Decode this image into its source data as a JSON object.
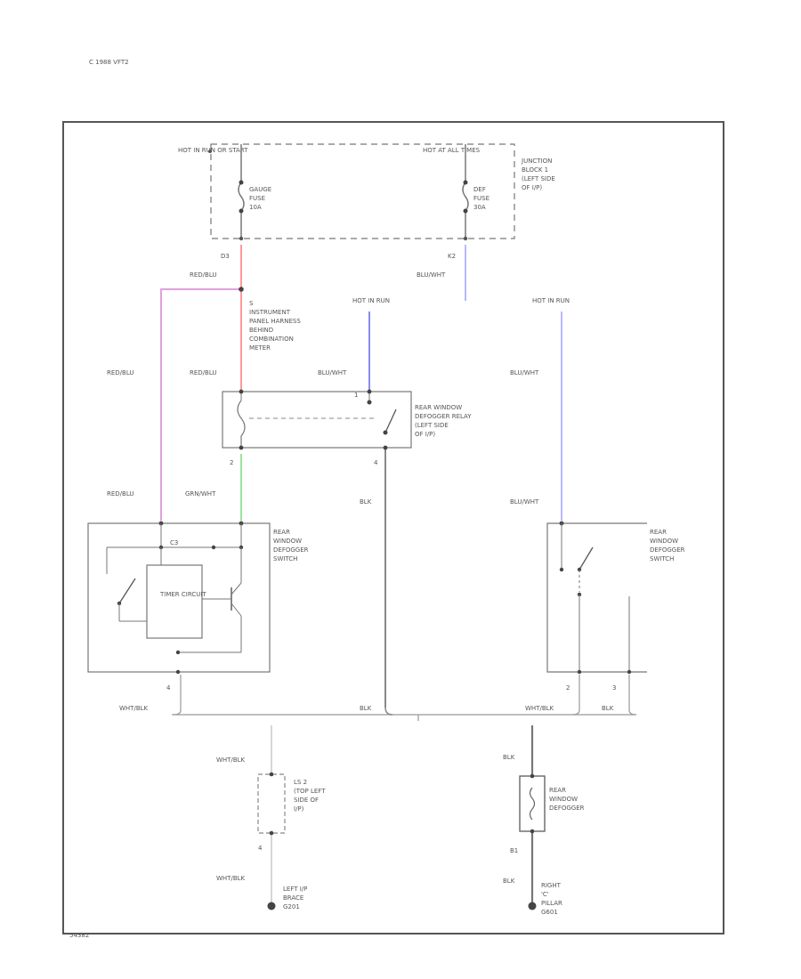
{
  "header": {
    "note": "C 1988 VFT2"
  },
  "footer": {
    "code": "54382"
  },
  "colors": {
    "red": "#ff9999",
    "pink": "#e0a0e0",
    "green": "#9be29b",
    "blue_dark": "#8a8aee",
    "blue_light": "#b8b8ff",
    "black": "#888888",
    "frame": "#555555"
  },
  "junction_block": {
    "top_left": "HOT IN RUN OR START",
    "top_right": "HOT AT ALL TIMES",
    "name": [
      "JUNCTION",
      "BLOCK 1",
      "(LEFT SIDE",
      "OF I/P)"
    ],
    "fuse_left": [
      "GAUGE",
      "FUSE",
      "10A"
    ],
    "fuse_right": [
      "DEF",
      "FUSE",
      "30A"
    ],
    "pin_left": "D3",
    "pin_right": "K2"
  },
  "wires": {
    "red_blu_top": "RED/BLU",
    "red_blu_left": "RED/BLU",
    "red_blu_mid": "RED/BLU",
    "red_blu_switch": "RED/BLU",
    "blu_wht_fuse": "BLU/WHT",
    "blu_wht_relay": "BLU/WHT",
    "blu_wht_right": "BLU/WHT",
    "blu_wht_switch": "BLU/WHT",
    "grn_wht": "GRN/WHT",
    "blk_relay": "BLK",
    "wht_blk_left": "WHT/BLK",
    "blk_center": "BLK",
    "wht_blk_right": "WHT/BLK",
    "blk_right": "BLK",
    "wht_blk_ground1": "WHT/BLK",
    "wht_blk_ground2": "WHT/BLK",
    "blk_def1": "BLK",
    "blk_def2": "BLK"
  },
  "splice": {
    "letter": "S",
    "text": [
      "INSTRUMENT",
      "PANEL HARNESS",
      "BEHIND",
      "COMBINATION",
      "METER"
    ]
  },
  "hot_in_run_left": "HOT IN RUN",
  "hot_in_run_right": "HOT IN RUN",
  "relay": {
    "text": [
      "REAR WINDOW",
      "DEFOGGER RELAY",
      "(LEFT SIDE",
      "OF I/P)"
    ],
    "pin_in": "1",
    "pin_out": "4",
    "pin_coil": "2"
  },
  "switch_left": {
    "text": [
      "REAR",
      "WINDOW",
      "DEFOGGER",
      "SWITCH"
    ],
    "timer": "TIMER CIRCUIT",
    "pin_top": "C3",
    "pin_bottom": "4"
  },
  "switch_right": {
    "text": [
      "REAR",
      "WINDOW",
      "DEFOGGER",
      "SWITCH"
    ],
    "pin_2": "2",
    "pin_3": "3"
  },
  "ground_ls": {
    "text": [
      "LS 2",
      "(TOP LEFT",
      "SIDE OF",
      "I/P)"
    ],
    "pin": "4"
  },
  "ground_left": {
    "text": [
      "LEFT I/P",
      "BRACE",
      "G201"
    ]
  },
  "defogger": {
    "text": [
      "REAR",
      "WINDOW",
      "DEFOGGER"
    ],
    "pin": "B1"
  },
  "ground_right": {
    "text": [
      "RIGHT",
      "'C'",
      "PILLAR",
      "G601"
    ]
  }
}
